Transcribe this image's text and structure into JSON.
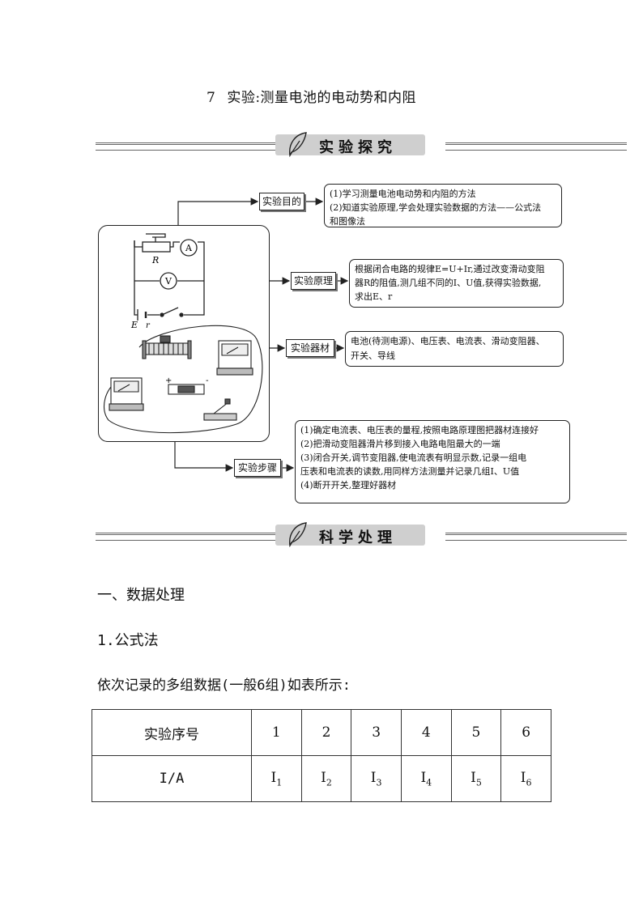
{
  "title": {
    "number": "7",
    "text": "实验:测量电池的电动势和内阻"
  },
  "banners": {
    "explore": "实验探究",
    "process": "科学处理"
  },
  "diagram": {
    "purpose": {
      "label": "实验目的",
      "lines": [
        "(1)学习测量电池电动势和内阻的方法",
        "(2)知道实验原理,学会处理实验数据的方法——公式法",
        "和图像法"
      ]
    },
    "principle": {
      "label": "实验原理",
      "lines": [
        "根据闭合电路的规律E=U+Ir,通过改变滑动变阻",
        "器R的阻值,测几组不同的I、U值,获得实验数据,",
        "求出E、r"
      ]
    },
    "equipment": {
      "label": "实验器材",
      "lines": [
        "电池(待测电源)、电压表、电流表、滑动变阻器、",
        "开关、导线"
      ]
    },
    "steps": {
      "label": "实验步骤",
      "lines": [
        "(1)确定电流表、电压表的量程,按照电路原理图把器材连接好",
        "(2)把滑动变阻器滑片移到接入电路电阻最大的一端",
        "(3)闭合开关,调节变阻器,使电流表有明显示数,记录一组电",
        "压表和电流表的读数,用同样方法测量并记录几组I、U值",
        "(4)断开开关,整理好器材"
      ]
    },
    "circuit_labels": {
      "ammeter": "A",
      "voltmeter": "V",
      "resistor": "R",
      "emf": "E",
      "internal": "r",
      "plus": "+",
      "minus": "-"
    }
  },
  "section": {
    "heading": "一、数据处理",
    "sub": "1.公式法",
    "intro": "依次记录的多组数据(一般6组)如表所示:"
  },
  "table": {
    "header_label": "实验序号",
    "indices": [
      "1",
      "2",
      "3",
      "4",
      "5",
      "6"
    ],
    "row_label": "I/A",
    "row_sub": [
      "1",
      "2",
      "3",
      "4",
      "5",
      "6"
    ],
    "row_var": "I"
  }
}
